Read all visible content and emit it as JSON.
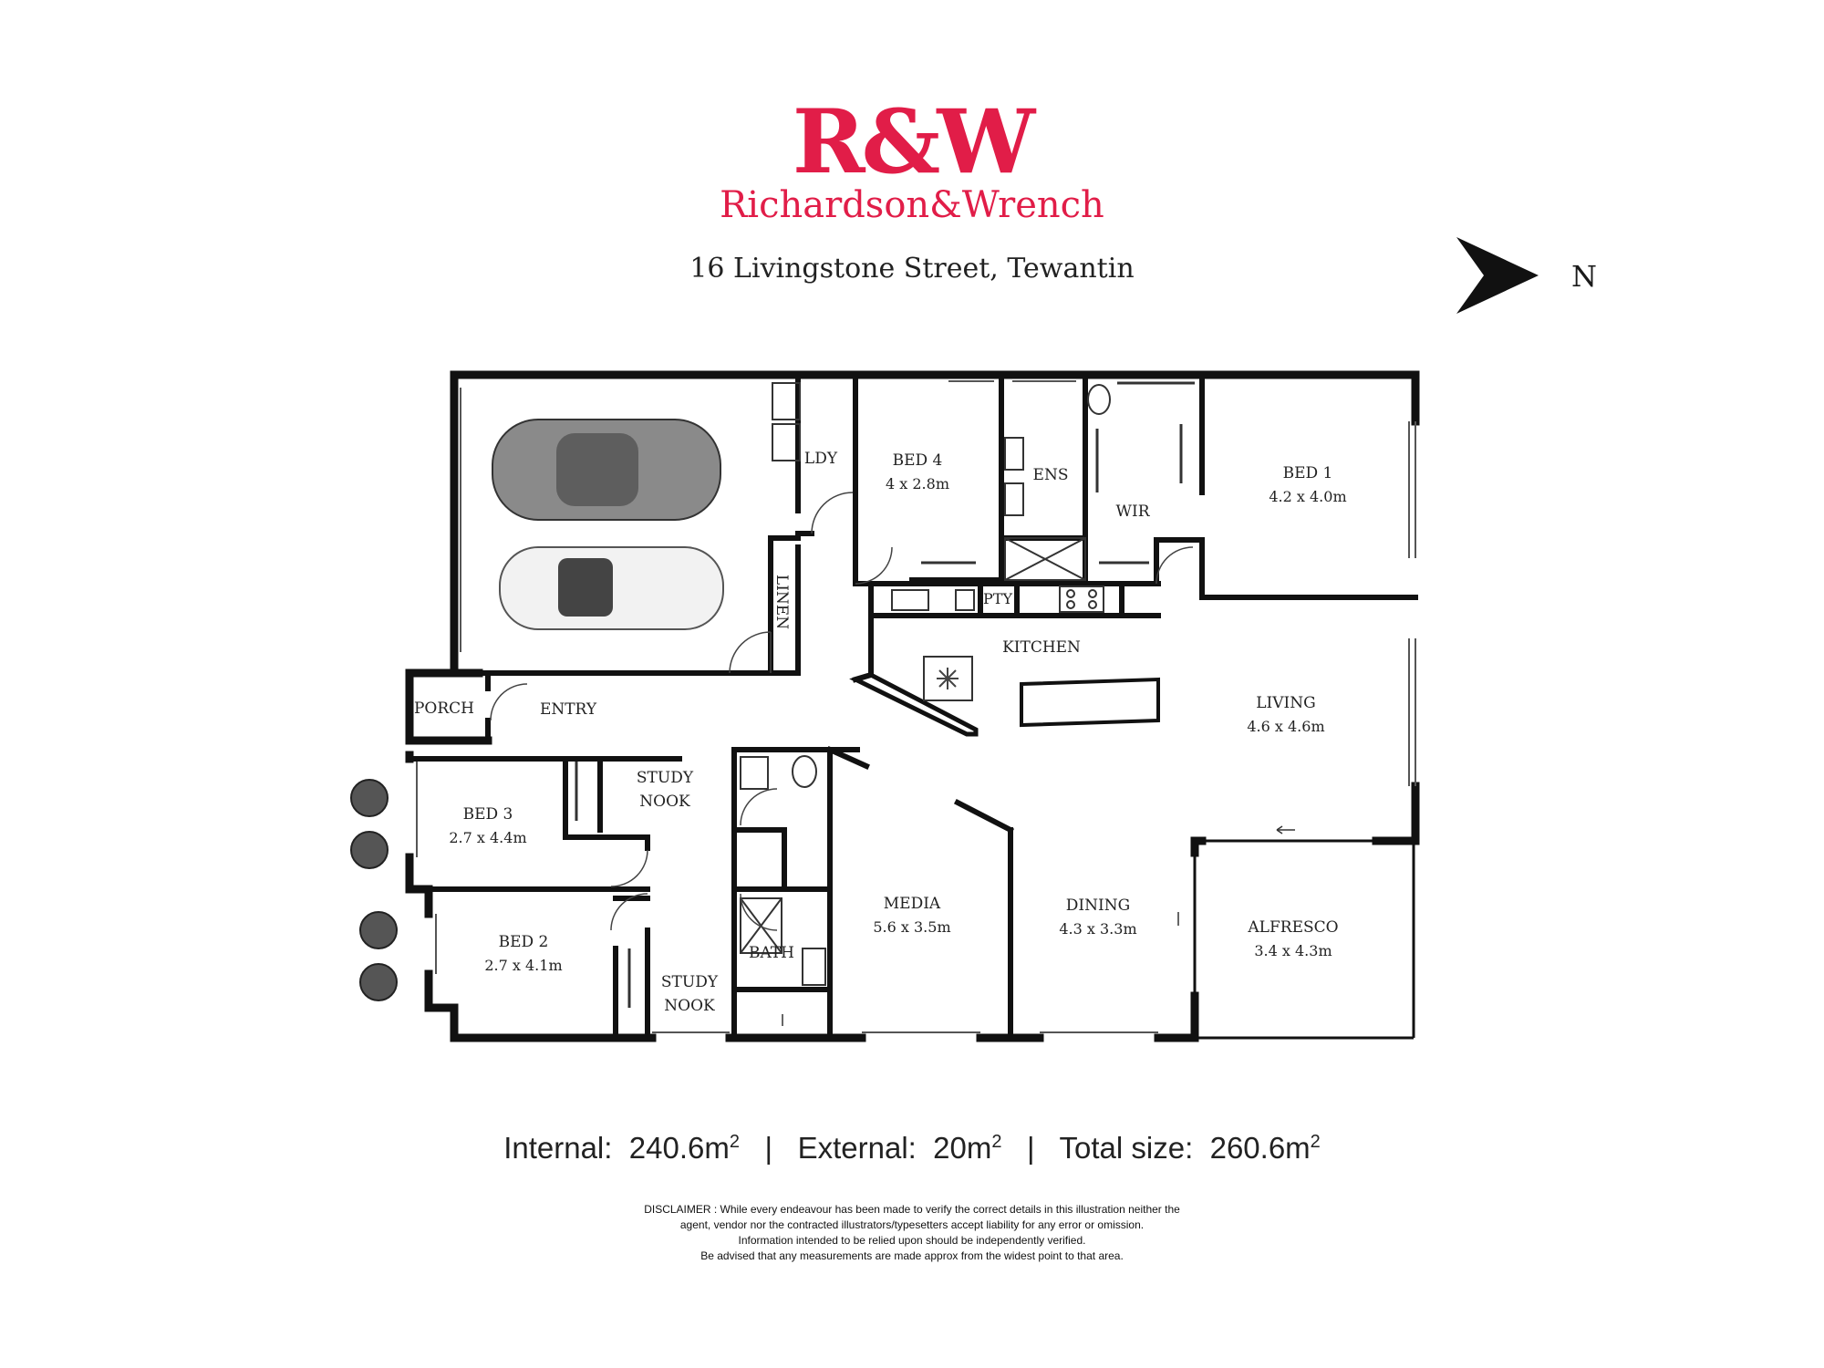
{
  "brand": {
    "logo_text": "R&W",
    "name": "Richardson&Wrench",
    "color": "#e11d48"
  },
  "address": "16 Livingstone Street, Tewantin",
  "north_label": "N",
  "rooms": {
    "ldy": {
      "label": "LDY"
    },
    "bed4": {
      "label": "BED 4",
      "size": "4 x 2.8m"
    },
    "ens": {
      "label": "ENS"
    },
    "wir": {
      "label": "WIR"
    },
    "bed1": {
      "label": "BED 1",
      "size": "4.2 x 4.0m"
    },
    "linen": {
      "label": "LINEN"
    },
    "pty": {
      "label": "PTY"
    },
    "kitchen": {
      "label": "KITCHEN"
    },
    "porch": {
      "label": "PORCH"
    },
    "entry": {
      "label": "ENTRY"
    },
    "living": {
      "label": "LIVING",
      "size": "4.6 x 4.6m"
    },
    "bed3": {
      "label": "BED 3",
      "size": "2.7 x 4.4m"
    },
    "study_nook_1": {
      "label_line1": "STUDY",
      "label_line2": "NOOK"
    },
    "media": {
      "label": "MEDIA",
      "size": "5.6 x 3.5m"
    },
    "dining": {
      "label": "DINING",
      "size": "4.3 x 3.3m"
    },
    "alfresco": {
      "label": "ALFRESCO",
      "size": "3.4 x 4.3m"
    },
    "bed2": {
      "label": "BED 2",
      "size": "2.7 x 4.1m"
    },
    "bath": {
      "label": "BATH"
    },
    "study_nook_2": {
      "label_line1": "STUDY",
      "label_line2": "NOOK"
    }
  },
  "sizes": {
    "internal_label": "Internal:",
    "internal_value": "240.6m",
    "external_label": "External:",
    "external_value": "20m",
    "total_label": "Total size:",
    "total_value": "260.6m",
    "unit_sup": "2",
    "separator": "|"
  },
  "disclaimer": {
    "line1": "DISCLAIMER : While every endeavour has been made to verify the correct details in this illustration neither the",
    "line2": "agent, vendor nor the contracted illustrators/typesetters accept liability for any error or omission.",
    "line3": "Information intended to be relied upon should be independently verified.",
    "line4": "Be advised that any measurements are made approx from the widest point to that area."
  }
}
